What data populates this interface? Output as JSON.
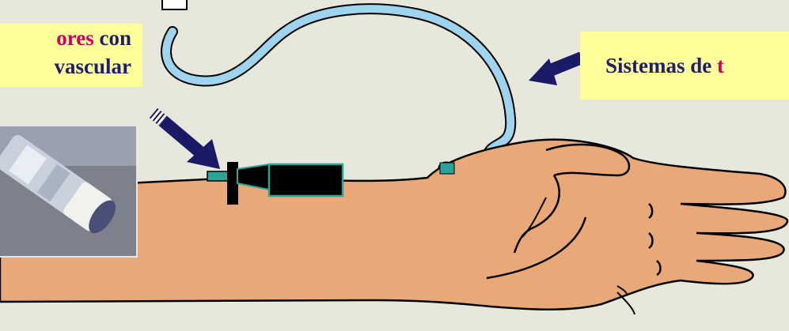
{
  "labels": {
    "left_line1_accent": "ores",
    "left_line1_rest": " con",
    "left_line2": "vascular",
    "right_prefix": "Sistemas de ",
    "right_accent": "t"
  },
  "colors": {
    "background": "#e8e7dc",
    "label_bg": "#ffff99",
    "label_text": "#1f1f6b",
    "accent_text": "#cc0066",
    "arm": "#e8a877",
    "tube": "#9fd4ee",
    "arrow": "#1a1a66",
    "device": "#000000",
    "device_trim": "#2aa39a"
  },
  "icons": {
    "left_arrow": "arrow-down-right",
    "right_arrow": "arrow-down-left"
  }
}
